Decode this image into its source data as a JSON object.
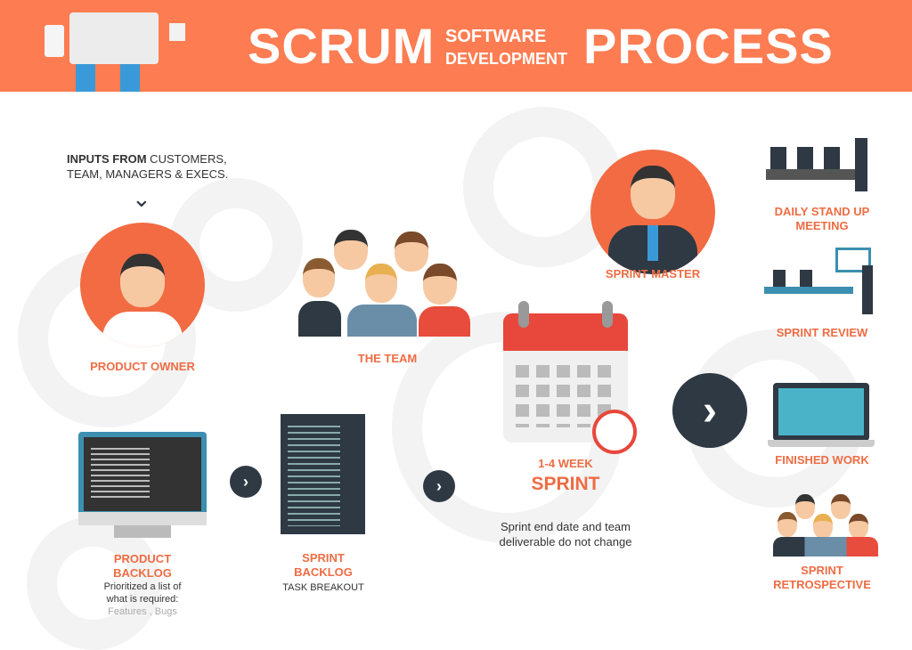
{
  "header": {
    "title_left": "SCRUM",
    "title_small_1": "SOFTWARE",
    "title_small_2": "DEVELOPMENT",
    "title_right": "PROCESS"
  },
  "inputs": {
    "bold": "INPUTS FROM",
    "rest": " CUSTOMERS,",
    "line2": "TEAM, MANAGERS & EXECS."
  },
  "roles": {
    "product_owner": "PRODUCT OWNER",
    "team": "THE TEAM",
    "sprint_master": "SPRINT MASTER"
  },
  "product_backlog": {
    "title1": "PRODUCT",
    "title2": "BACKLOG",
    "desc1": "Prioritized a list of",
    "desc2": "what is required:",
    "desc3": "Features , Bugs"
  },
  "sprint_backlog": {
    "title1": "SPRINT",
    "title2": "BACKLOG",
    "desc": "TASK BREAKOUT"
  },
  "sprint": {
    "duration": "1-4 WEEK",
    "title": "SPRINT",
    "note1": "Sprint end date and team",
    "note2": "deliverable do not change"
  },
  "outcomes": {
    "standup1": "DAILY STAND UP",
    "standup2": "MEETING",
    "review": "SPRINT REVIEW",
    "finished": "FINISHED WORK",
    "retro1": "SPRINT",
    "retro2": "RETROSPECTIVE"
  },
  "colors": {
    "orange": "#fd7c51",
    "accent": "#ee6c43",
    "dark": "#2e3943"
  }
}
